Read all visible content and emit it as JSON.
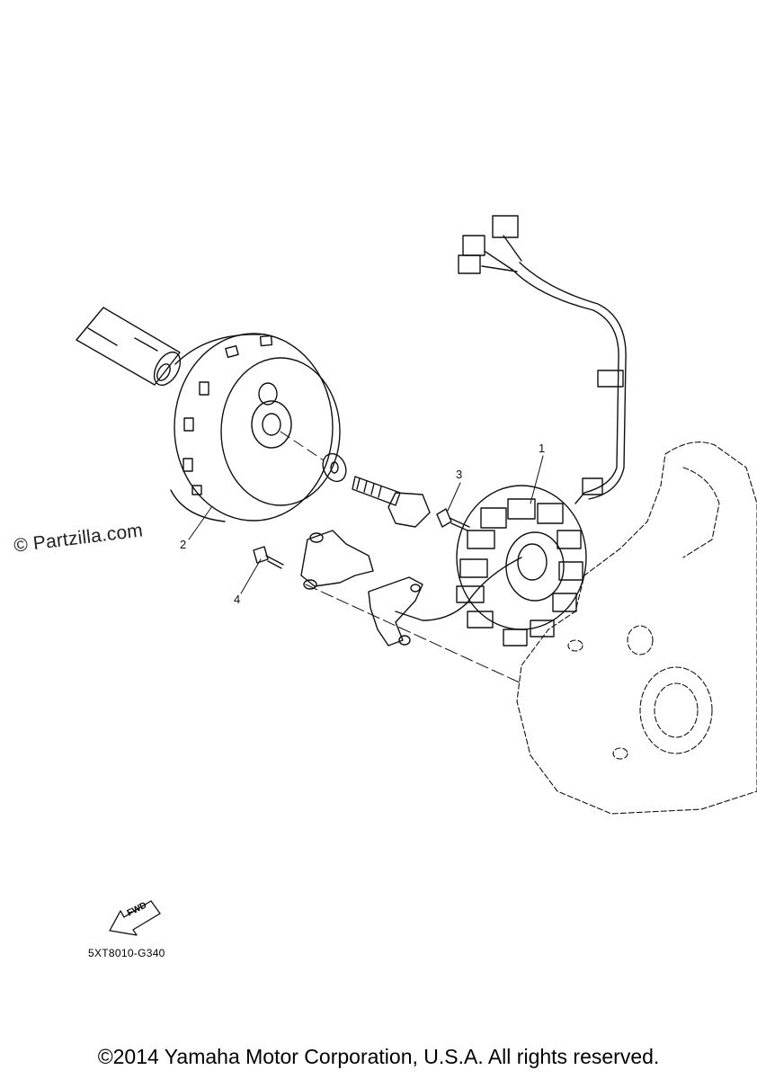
{
  "watermark": "© Partzilla.com",
  "callouts": [
    {
      "number": "1"
    },
    {
      "number": "2"
    },
    {
      "number": "3"
    },
    {
      "number": "4"
    }
  ],
  "fwd_label": "FWD",
  "diagram_code": "5XT8010-G340",
  "copyright": "©2014 Yamaha Motor Corporation, U.S.A. All rights reserved."
}
